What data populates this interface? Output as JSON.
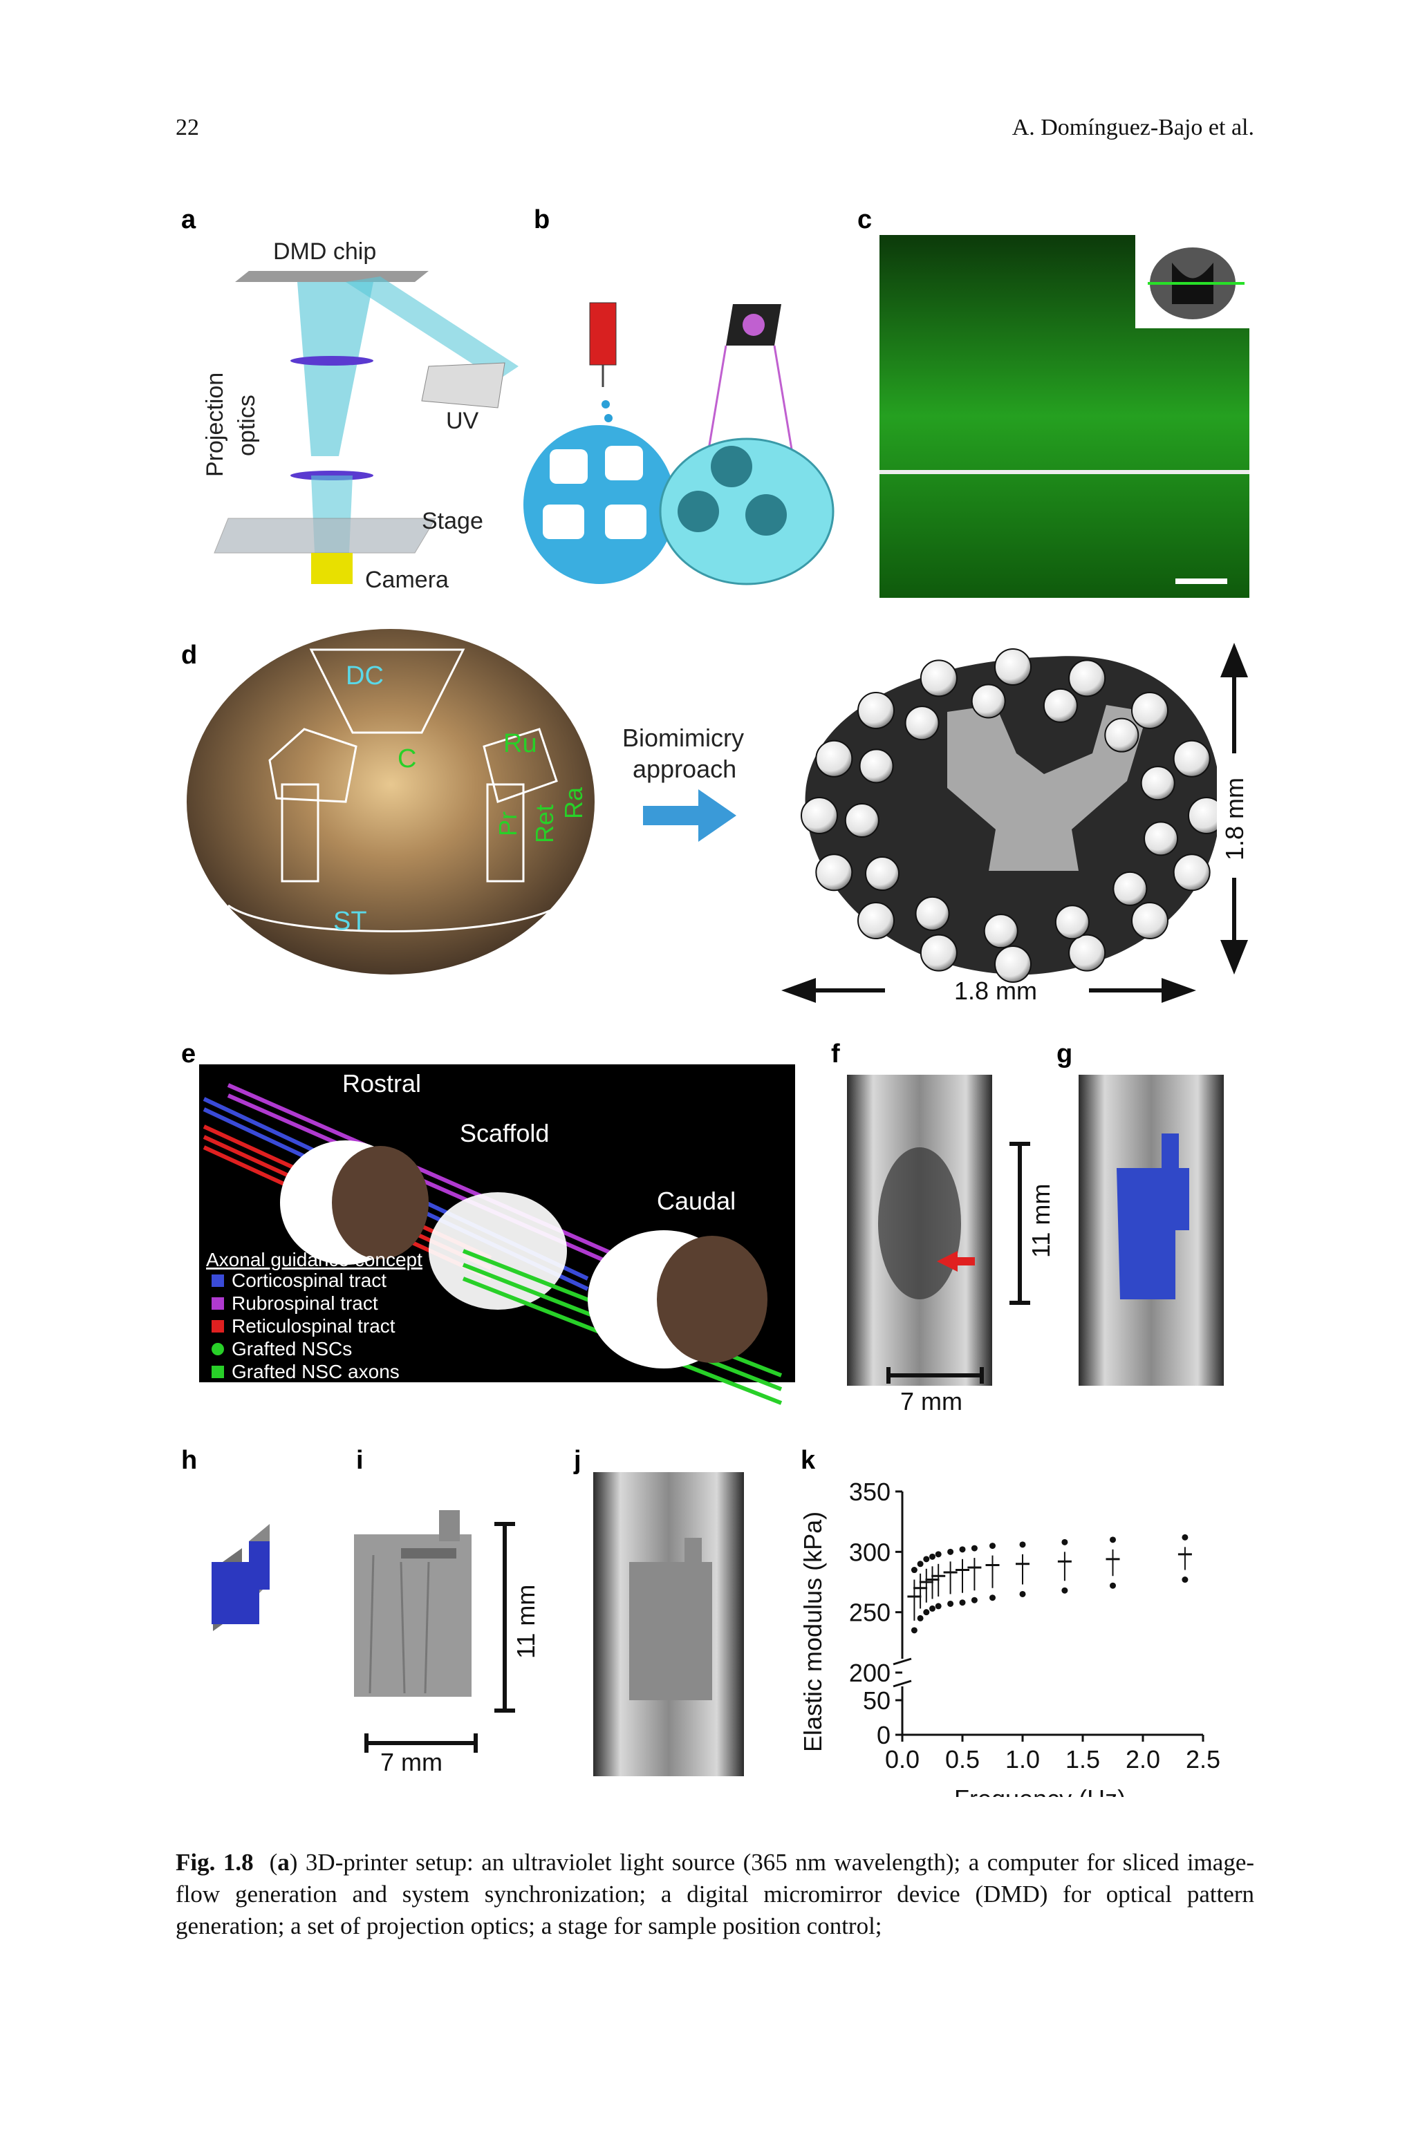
{
  "page": {
    "number": "22",
    "authors": "A. Domínguez-Bajo et al."
  },
  "panels": {
    "a": {
      "letter": "a",
      "labels": [
        "DMD chip",
        "Projection",
        "optics",
        "UV",
        "Stage",
        "Camera"
      ]
    },
    "b": {
      "letter": "b"
    },
    "c": {
      "letter": "c"
    },
    "d": {
      "letter": "d",
      "regions": [
        "DC",
        "C",
        "Ru",
        "Pr",
        "Ret",
        "Ra",
        "ST"
      ],
      "arrow_text_1": "Biomimicry",
      "arrow_text_2": "approach",
      "height_label": "1.8 mm",
      "width_label": "1.8 mm"
    },
    "e": {
      "letter": "e",
      "labels": [
        "Rostral",
        "Scaffold",
        "Caudal"
      ],
      "legend_title": "Axonal guidance concept",
      "legend": [
        {
          "label": "Corticospinal tract",
          "color": "#3a4bd8",
          "shape": "square"
        },
        {
          "label": "Rubrospinal tract",
          "color": "#b03ad0",
          "shape": "square"
        },
        {
          "label": "Reticulospinal tract",
          "color": "#e02020",
          "shape": "square"
        },
        {
          "label": "Grafted NSCs",
          "color": "#28d028",
          "shape": "circle"
        },
        {
          "label": "Grafted NSC axons",
          "color": "#28d028",
          "shape": "square"
        }
      ]
    },
    "f": {
      "letter": "f",
      "v_label": "11 mm",
      "h_label": "7 mm"
    },
    "g": {
      "letter": "g"
    },
    "h": {
      "letter": "h"
    },
    "i": {
      "letter": "i",
      "v_label": "11 mm",
      "h_label": "7 mm"
    },
    "j": {
      "letter": "j"
    },
    "k": {
      "letter": "k"
    }
  },
  "chart_data": {
    "type": "scatter",
    "xlabel": "Frequency (Hz)",
    "ylabel": "Elastic modulus (kPa)",
    "xlim": [
      0.0,
      2.5
    ],
    "x_ticks": [
      "0.0",
      "0.5",
      "1.0",
      "1.5",
      "2.0",
      "2.5"
    ],
    "y_ticks": [
      "0",
      "50",
      "200",
      "250",
      "300",
      "350"
    ],
    "y_axis_break": [
      50,
      200
    ],
    "series": [
      {
        "x": [
          0.1,
          0.15,
          0.2,
          0.25,
          0.3,
          0.4,
          0.5,
          0.6,
          0.75,
          1.0,
          1.35,
          1.75,
          2.35
        ],
        "mean": [
          263,
          270,
          275,
          277,
          280,
          283,
          285,
          287,
          289,
          290,
          292,
          294,
          298
        ],
        "low": [
          235,
          245,
          250,
          253,
          255,
          257,
          258,
          260,
          262,
          265,
          268,
          272,
          277
        ],
        "high": [
          285,
          290,
          294,
          296,
          298,
          300,
          302,
          303,
          305,
          306,
          308,
          310,
          312
        ]
      }
    ]
  },
  "caption": {
    "label": "Fig. 1.8",
    "panel": "a",
    "text": "3D-printer setup: an ultraviolet light source (365 nm wavelength); a computer for sliced image-flow generation and system synchronization; a digital micromirror device (DMD) for optical pattern generation; a set of projection optics; a stage for sample position control;"
  }
}
